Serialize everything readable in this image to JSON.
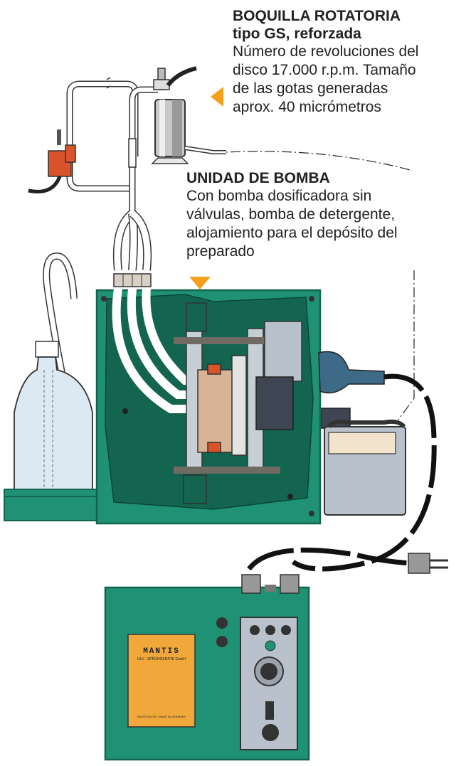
{
  "labels": {
    "nozzle": {
      "title_line1": "BOQUILLA ROTATORIA",
      "title_line2": "tipo GS, reforzada",
      "description": "Número de revoluciones del\ndisco 17.000 r.p.m. Tamaño\nde las gotas generadas\naprox. 40 micrómetros"
    },
    "pump": {
      "title": "UNIDAD DE BOMBA",
      "description": "Con bomba dosificadora sin\nválvulas, bomba de detergente,\nalojamiento para el depósito del\npreparado"
    }
  },
  "control_box": {
    "brand": "MANTIS",
    "subtitle": "ULV - SPRÜHGERÄTE GmbH",
    "footer": "GEESTHACHT / MADE IN GERMANY"
  },
  "colors": {
    "housing_green": "#1f9174",
    "housing_dark": "#13654f",
    "arrow_orange": "#f4a21e",
    "plate_orange": "#f0a83a",
    "valve_red": "#d9532b",
    "bottle_blue": "#dce9f2",
    "panel_grey": "#b9c1cc"
  }
}
